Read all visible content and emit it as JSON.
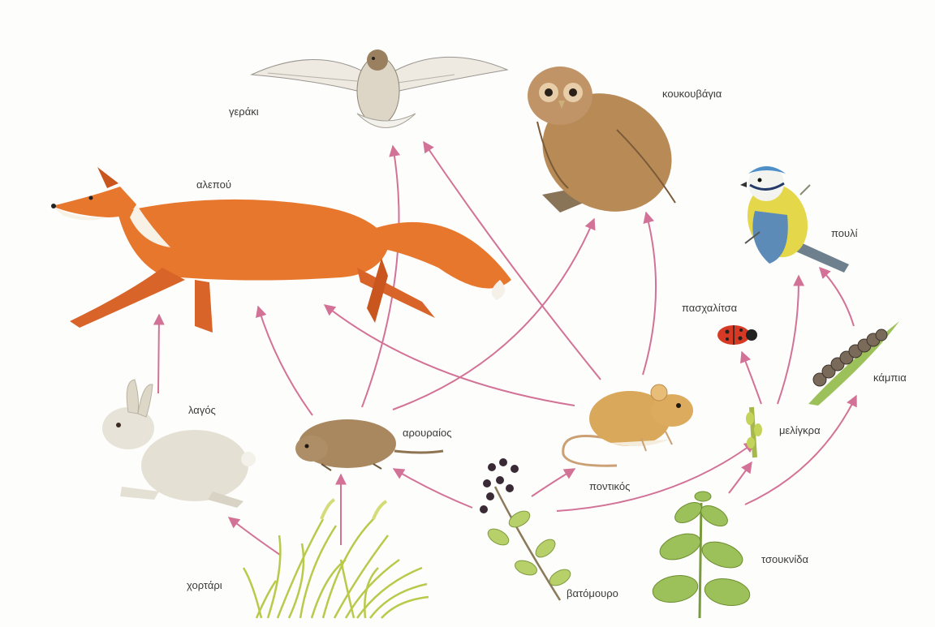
{
  "colors": {
    "arrow": "#cc5a86",
    "background": "#fdfdfb",
    "fox": "#e8772e",
    "fox_dark": "#b9541a",
    "owl": "#a7784a",
    "falcon": "#e9e6de",
    "vole": "#a98860",
    "mouse": "#d9a85a",
    "rabbit": "#e4e0d4",
    "tit_blue": "#4f8fc9",
    "tit_yellow": "#e4d84a",
    "ladybird": "#d63a24",
    "caterpillar": "#7a6a5a",
    "leaf": "#9dc15a",
    "grass": "#c9d64a",
    "berry": "#3a2a36"
  },
  "nodes": {
    "falcon": {
      "label": "γεράκι",
      "icon": "falcon-icon"
    },
    "owl": {
      "label": "κουκουβάγια",
      "icon": "owl-icon"
    },
    "fox": {
      "label": "αλεπού",
      "icon": "fox-icon"
    },
    "bird": {
      "label": "πουλί",
      "icon": "blue-tit-icon"
    },
    "ladybird": {
      "label": "πασχαλίτσα",
      "icon": "ladybird-icon"
    },
    "caterpillar": {
      "label": "κάμπια",
      "icon": "caterpillar-icon"
    },
    "hare": {
      "label": "λαγός",
      "icon": "hare-icon"
    },
    "vole": {
      "label": "αρουραίος",
      "icon": "vole-icon"
    },
    "aphid": {
      "label": "μελίγκρα",
      "icon": "aphid-icon"
    },
    "mouse": {
      "label": "ποντικός",
      "icon": "mouse-icon"
    },
    "grass": {
      "label": "χορτάρι",
      "icon": "grass-icon"
    },
    "blackberry": {
      "label": "βατόμουρο",
      "icon": "blackberry-icon"
    },
    "nettle": {
      "label": "τσουκνίδα",
      "icon": "nettle-icon"
    }
  }
}
